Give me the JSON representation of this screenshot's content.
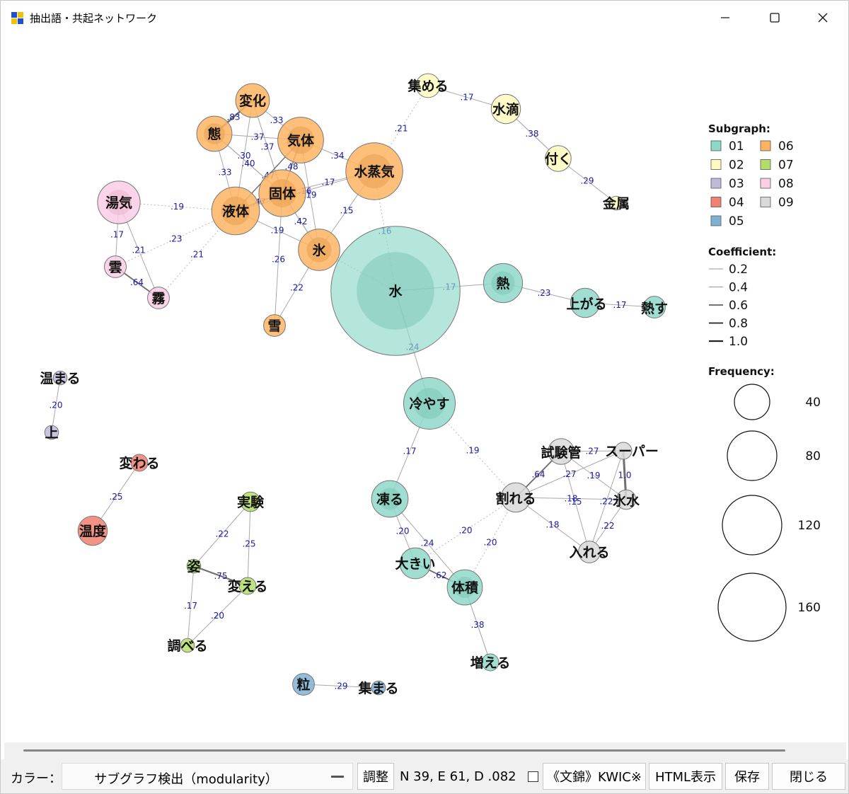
{
  "window": {
    "title": "抽出語・共起ネットワーク"
  },
  "legend": {
    "subgraph_title": "Subgraph:",
    "subgraphs": [
      {
        "label": "01",
        "color": "#8ed8c8"
      },
      {
        "label": "02",
        "color": "#fffac0"
      },
      {
        "label": "03",
        "color": "#bebada"
      },
      {
        "label": "04",
        "color": "#f08070"
      },
      {
        "label": "05",
        "color": "#80b1d3"
      },
      {
        "label": "06",
        "color": "#fdb462"
      },
      {
        "label": "07",
        "color": "#b3de69"
      },
      {
        "label": "08",
        "color": "#fccde5"
      },
      {
        "label": "09",
        "color": "#d9d9d9"
      }
    ],
    "coefficient_title": "Coefficient:",
    "coefficients": [
      "0.2",
      "0.4",
      "0.6",
      "0.8",
      "1.0"
    ],
    "frequency_title": "Frequency:",
    "frequencies": [
      "40",
      "80",
      "120",
      "160"
    ]
  },
  "nodes": [
    {
      "id": "mizu",
      "label": "水",
      "freq": 175,
      "group": "01",
      "core": true
    },
    {
      "id": "hiyasu",
      "label": "冷やす",
      "freq": 28,
      "group": "01"
    },
    {
      "id": "netsu",
      "label": "熱",
      "freq": 16,
      "group": "01"
    },
    {
      "id": "agaru",
      "label": "上がる",
      "freq": 9,
      "group": "01"
    },
    {
      "id": "nessu",
      "label": "熱す",
      "freq": 5,
      "group": "01"
    },
    {
      "id": "kooru",
      "label": "凍る",
      "freq": 14,
      "group": "01"
    },
    {
      "id": "ookii",
      "label": "大きい",
      "freq": 10,
      "group": "01"
    },
    {
      "id": "taiseki",
      "label": "体積",
      "freq": 13,
      "group": "01"
    },
    {
      "id": "fueru",
      "label": "増える",
      "freq": 3,
      "group": "01"
    },
    {
      "id": "atsumeru",
      "label": "集める",
      "freq": 6,
      "group": "02"
    },
    {
      "id": "suiteki",
      "label": "水滴",
      "freq": 9,
      "group": "02"
    },
    {
      "id": "tsuku",
      "label": "付く",
      "freq": 7,
      "group": "02"
    },
    {
      "id": "kinzoku",
      "label": "金属",
      "freq": 2,
      "group": "02"
    },
    {
      "id": "atatamaru",
      "label": "温まる",
      "freq": 2,
      "group": "03"
    },
    {
      "id": "ue",
      "label": "上",
      "freq": 2,
      "group": "03"
    },
    {
      "id": "kawaru",
      "label": "変わる",
      "freq": 3,
      "group": "04"
    },
    {
      "id": "ondo",
      "label": "温度",
      "freq": 9,
      "group": "04"
    },
    {
      "id": "tsubu",
      "label": "粒",
      "freq": 5,
      "group": "05"
    },
    {
      "id": "atsumaru",
      "label": "集まる",
      "freq": 2,
      "group": "05"
    },
    {
      "id": "henka",
      "label": "変化",
      "freq": 12,
      "group": "06"
    },
    {
      "id": "jyoutai",
      "label": "態",
      "freq": 13,
      "group": "06"
    },
    {
      "id": "kitai",
      "label": "気体",
      "freq": 22,
      "group": "06"
    },
    {
      "id": "suijouki",
      "label": "水蒸気",
      "freq": 34,
      "group": "06"
    },
    {
      "id": "kotai",
      "label": "固体",
      "freq": 23,
      "group": "06"
    },
    {
      "id": "ekitai",
      "label": "液体",
      "freq": 24,
      "group": "06"
    },
    {
      "id": "koori",
      "label": "氷",
      "freq": 18,
      "group": "06"
    },
    {
      "id": "yuki",
      "label": "雪",
      "freq": 5,
      "group": "06"
    },
    {
      "id": "jikken",
      "label": "実験",
      "freq": 4,
      "group": "07"
    },
    {
      "id": "sugata",
      "label": "姿",
      "freq": 2,
      "group": "07"
    },
    {
      "id": "kaeru",
      "label": "変える",
      "freq": 3,
      "group": "07"
    },
    {
      "id": "shiraberu",
      "label": "調べる",
      "freq": 2,
      "group": "07"
    },
    {
      "id": "yuge",
      "label": "湯気",
      "freq": 19,
      "group": "08"
    },
    {
      "id": "kumo",
      "label": "雲",
      "freq": 5,
      "group": "08"
    },
    {
      "id": "kiri",
      "label": "霧",
      "freq": 5,
      "group": "08"
    },
    {
      "id": "shikenkan",
      "label": "試験管",
      "freq": 7,
      "group": "09"
    },
    {
      "id": "super",
      "label": "スーパー",
      "freq": 3,
      "group": "09"
    },
    {
      "id": "wareru",
      "label": "割れる",
      "freq": 9,
      "group": "09"
    },
    {
      "id": "koorimizu",
      "label": "氷水",
      "freq": 4,
      "group": "09"
    },
    {
      "id": "ireru",
      "label": "入れる",
      "freq": 5,
      "group": "09"
    }
  ],
  "edges": [
    {
      "a": "mizu",
      "b": "netsu",
      "label": ".17",
      "dashed": false
    },
    {
      "a": "netsu",
      "b": "agaru",
      "label": ".23",
      "dashed": false
    },
    {
      "a": "agaru",
      "b": "nessu",
      "label": ".17",
      "dashed": false
    },
    {
      "a": "mizu",
      "b": "hiyasu",
      "label": ".24",
      "dashed": false
    },
    {
      "a": "hiyasu",
      "b": "kooru",
      "label": ".17",
      "dashed": false
    },
    {
      "a": "hiyasu",
      "b": "wareru",
      "label": ".19",
      "dashed": true
    },
    {
      "a": "kooru",
      "b": "ookii",
      "label": ".20",
      "dashed": false
    },
    {
      "a": "kooru",
      "b": "taiseki",
      "label": ".24",
      "dashed": false
    },
    {
      "a": "ookii",
      "b": "taiseki",
      "label": ".62",
      "dashed": false
    },
    {
      "a": "taiseki",
      "b": "fueru",
      "label": ".38",
      "dashed": false
    },
    {
      "a": "ookii",
      "b": "wareru",
      "label": ".20",
      "dashed": true
    },
    {
      "a": "taiseki",
      "b": "wareru",
      "label": ".20",
      "dashed": true
    },
    {
      "a": "mizu",
      "b": "suijouki",
      "label": ".16",
      "dashed": true
    },
    {
      "a": "mizu",
      "b": "koori",
      "label": "",
      "dashed": true
    },
    {
      "a": "suijouki",
      "b": "atsumeru",
      "label": ".21",
      "dashed": true
    },
    {
      "a": "atsumeru",
      "b": "suiteki",
      "label": ".17",
      "dashed": false
    },
    {
      "a": "suiteki",
      "b": "tsuku",
      "label": ".38",
      "dashed": false
    },
    {
      "a": "tsuku",
      "b": "kinzoku",
      "label": ".29",
      "dashed": false
    },
    {
      "a": "atatamaru",
      "b": "ue",
      "label": ".20",
      "dashed": false
    },
    {
      "a": "kawaru",
      "b": "ondo",
      "label": ".25",
      "dashed": false
    },
    {
      "a": "tsubu",
      "b": "atsumaru",
      "label": ".29",
      "dashed": false
    },
    {
      "a": "henka",
      "b": "jyoutai",
      "label": ".83",
      "dashed": false
    },
    {
      "a": "henka",
      "b": "kitai",
      "label": ".33",
      "dashed": false
    },
    {
      "a": "henka",
      "b": "kotai",
      "label": ".37",
      "dashed": false
    },
    {
      "a": "henka",
      "b": "ekitai",
      "label": ".30",
      "dashed": false
    },
    {
      "a": "jyoutai",
      "b": "kitai",
      "label": ".37",
      "dashed": false
    },
    {
      "a": "jyoutai",
      "b": "kotai",
      "label": ".40",
      "dashed": false
    },
    {
      "a": "jyoutai",
      "b": "ekitai",
      "label": ".33",
      "dashed": false
    },
    {
      "a": "kitai",
      "b": "kotai",
      "label": ".48",
      "dashed": false
    },
    {
      "a": "kitai",
      "b": "ekitai",
      "label": ".47",
      "dashed": false
    },
    {
      "a": "kitai",
      "b": "suijouki",
      "label": ".34",
      "dashed": false
    },
    {
      "a": "kitai",
      "b": "koori",
      "label": ".19",
      "dashed": false
    },
    {
      "a": "kotai",
      "b": "ekitai",
      "label": ".47",
      "dashed": false
    },
    {
      "a": "kotai",
      "b": "suijouki",
      "label": ".17",
      "dashed": false
    },
    {
      "a": "kotai",
      "b": "koori",
      "label": ".42",
      "dashed": false
    },
    {
      "a": "ekitai",
      "b": "suijouki",
      "label": ".16",
      "dashed": false
    },
    {
      "a": "ekitai",
      "b": "koori",
      "label": ".19",
      "dashed": false
    },
    {
      "a": "suijouki",
      "b": "koori",
      "label": ".15",
      "dashed": false
    },
    {
      "a": "kotai",
      "b": "yuki",
      "label": ".26",
      "dashed": false
    },
    {
      "a": "koori",
      "b": "yuki",
      "label": ".22",
      "dashed": false
    },
    {
      "a": "yuge",
      "b": "ekitai",
      "label": ".19",
      "dashed": true
    },
    {
      "a": "yuge",
      "b": "kumo",
      "label": ".17",
      "dashed": false
    },
    {
      "a": "yuge",
      "b": "kiri",
      "label": ".21",
      "dashed": false
    },
    {
      "a": "kumo",
      "b": "ekitai",
      "label": ".23",
      "dashed": true
    },
    {
      "a": "kiri",
      "b": "ekitai",
      "label": ".21",
      "dashed": true
    },
    {
      "a": "kumo",
      "b": "kiri",
      "label": ".64",
      "dashed": false
    },
    {
      "a": "jikken",
      "b": "sugata",
      "label": ".22",
      "dashed": false
    },
    {
      "a": "jikken",
      "b": "kaeru",
      "label": ".25",
      "dashed": false
    },
    {
      "a": "sugata",
      "b": "kaeru",
      "label": ".75",
      "dashed": false
    },
    {
      "a": "sugata",
      "b": "shiraberu",
      "label": ".17",
      "dashed": false
    },
    {
      "a": "kaeru",
      "b": "shiraberu",
      "label": ".20",
      "dashed": false
    },
    {
      "a": "shikenkan",
      "b": "super",
      "label": ".27",
      "dashed": false
    },
    {
      "a": "shikenkan",
      "b": "wareru",
      "label": ".64",
      "dashed": false
    },
    {
      "a": "shikenkan",
      "b": "koorimizu",
      "label": ".19",
      "dashed": false
    },
    {
      "a": "shikenkan",
      "b": "ireru",
      "label": ".15",
      "dashed": false
    },
    {
      "a": "super",
      "b": "wareru",
      "label": ".27",
      "dashed": false
    },
    {
      "a": "super",
      "b": "koorimizu",
      "label": "1.0",
      "dashed": false
    },
    {
      "a": "wareru",
      "b": "koorimizu",
      "label": ".18",
      "dashed": false
    },
    {
      "a": "wareru",
      "b": "ireru",
      "label": ".18",
      "dashed": false
    },
    {
      "a": "koorimizu",
      "b": "ireru",
      "label": ".22",
      "dashed": false
    },
    {
      "a": "super",
      "b": "ireru",
      "label": ".22",
      "dashed": false
    }
  ],
  "bottom": {
    "color_label": "カラー：",
    "color_select": "サブグラフ検出（modularity）",
    "adjust_button": "調整",
    "stats": "N 39, E 61, D .082",
    "kwic_button": "《文錦》KWIC※",
    "html_button": "HTML表示",
    "save_button": "保存",
    "close_button": "閉じる"
  }
}
